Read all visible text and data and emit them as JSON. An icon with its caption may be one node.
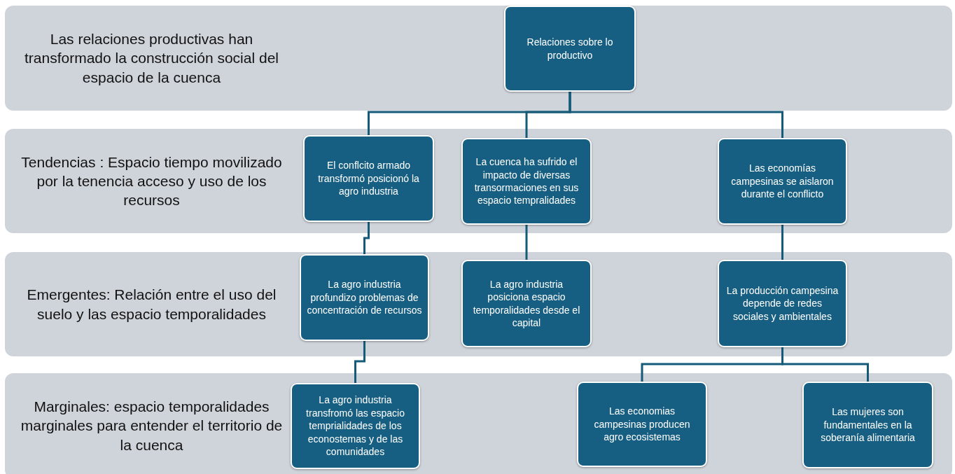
{
  "diagram": {
    "nodes": [
      {
        "text": [
          "Las relaciones productivas han transformado la construcción social del espacio de la cuenca"
        ]
      },
      {
        "text": [
          "Relaciones sobre lo productivo"
        ],
        "in": 0
      },
      {
        "text": [
          "Tendencias : Espacio tiempo movilizado por la tenencia acceso y uso de los recursos"
        ]
      },
      {
        "text": [
          "El conflcito armado transformó posicionó la agro industria"
        ],
        "in": 2
      },
      {
        "text": [
          "La cuenca ha sufrido el impacto de diversas transormaciones en sus espacio tempralidades"
        ],
        "in": 2
      },
      {
        "text": [
          "Las economías campesinas se aislaron durante el conflicto"
        ],
        "in": 2
      },
      {
        "text": [
          "Emergentes: Relación entre el uso del suelo y las espacio temporalidades"
        ]
      },
      {
        "text": [
          "La agro industria profundizo problemas de concentración de recursos"
        ],
        "in": 6
      },
      {
        "text": [
          "La agro industria posiciona espacio temporalidades desde el capital"
        ],
        "in": 6
      },
      {
        "text": [
          "La producción campesina depende de redes sociales y ambientales"
        ],
        "in": 6
      },
      {
        "text": [
          "Marginales: espacio temporalidades marginales para entender el territorio de la cuenca"
        ]
      },
      {
        "text": [
          "La agro industria transfromó las espacio temprialidades de los econostemas y de las comunidades"
        ],
        "in": 10
      },
      {
        "text": [
          "Las economias campesinas producen agro ecosistemas"
        ],
        "in": 10
      },
      {
        "text": [
          "Las mujeres son fundamentales en la soberanía alimentaria"
        ],
        "in": 10
      }
    ],
    "edges": [
      {
        "from": 1,
        "to": 3,
        "arrow": "none"
      },
      {
        "from": 1,
        "to": 4,
        "arrow": "none"
      },
      {
        "from": 1,
        "to": 5,
        "arrow": "none"
      },
      {
        "from": 3,
        "to": 7,
        "arrow": "none"
      },
      {
        "from": 4,
        "to": 8,
        "arrow": "none"
      },
      {
        "from": 5,
        "to": 9,
        "arrow": "none"
      },
      {
        "from": 7,
        "to": 11,
        "arrow": "none"
      },
      {
        "from": 9,
        "to": 12,
        "arrow": "none"
      },
      {
        "from": 9,
        "to": 13,
        "arrow": "none"
      }
    ]
  }
}
